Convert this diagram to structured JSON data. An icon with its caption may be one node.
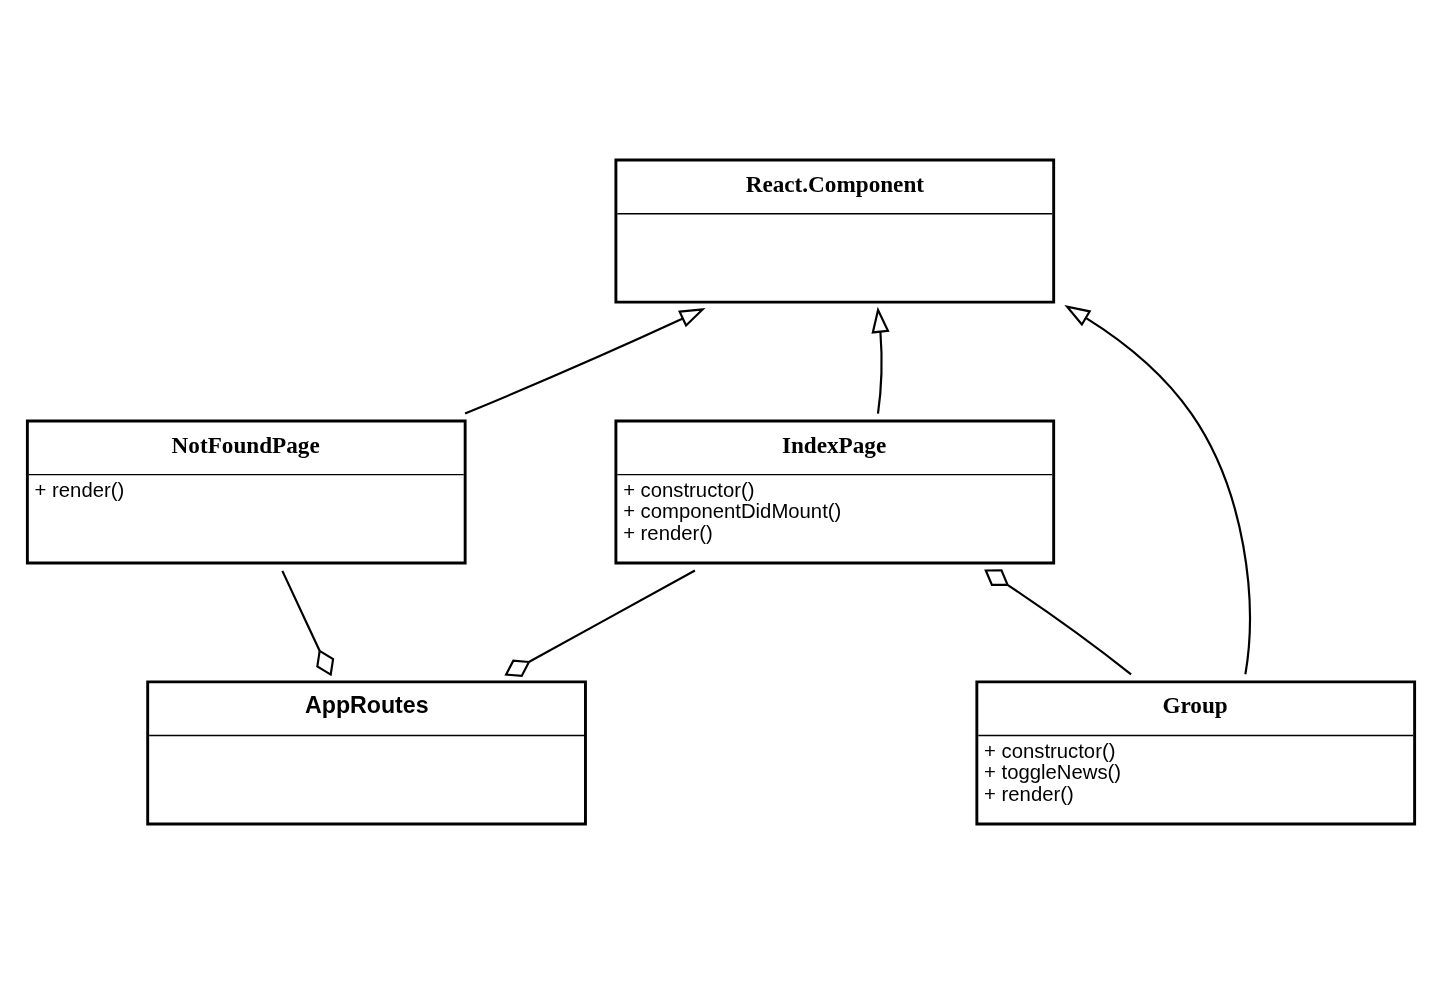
{
  "diagram": {
    "nodes": [
      {
        "text": [
          "React.Component"
        ]
      },
      {
        "text": [
          "NotFoundPage",
          "+ render()"
        ]
      },
      {
        "text": [
          "IndexPage",
          "+ constructor()",
          "+ componentDidMount()",
          "+ render()"
        ]
      },
      {
        "text": [
          "AppRoutes"
        ]
      },
      {
        "text": [
          "Group",
          "+ constructor()",
          "+ toggleNews()",
          "+ render()"
        ]
      }
    ],
    "edges": [
      {
        "from": 1,
        "to": 0,
        "arrow": "to"
      },
      {
        "from": 2,
        "to": 0,
        "arrow": "to"
      },
      {
        "from": 4,
        "to": 0,
        "arrow": "to"
      },
      {
        "from": 1,
        "to": 3,
        "arrow": "other"
      },
      {
        "from": 2,
        "to": 3,
        "arrow": "other"
      },
      {
        "from": 4,
        "to": 2,
        "arrow": "other"
      }
    ]
  }
}
